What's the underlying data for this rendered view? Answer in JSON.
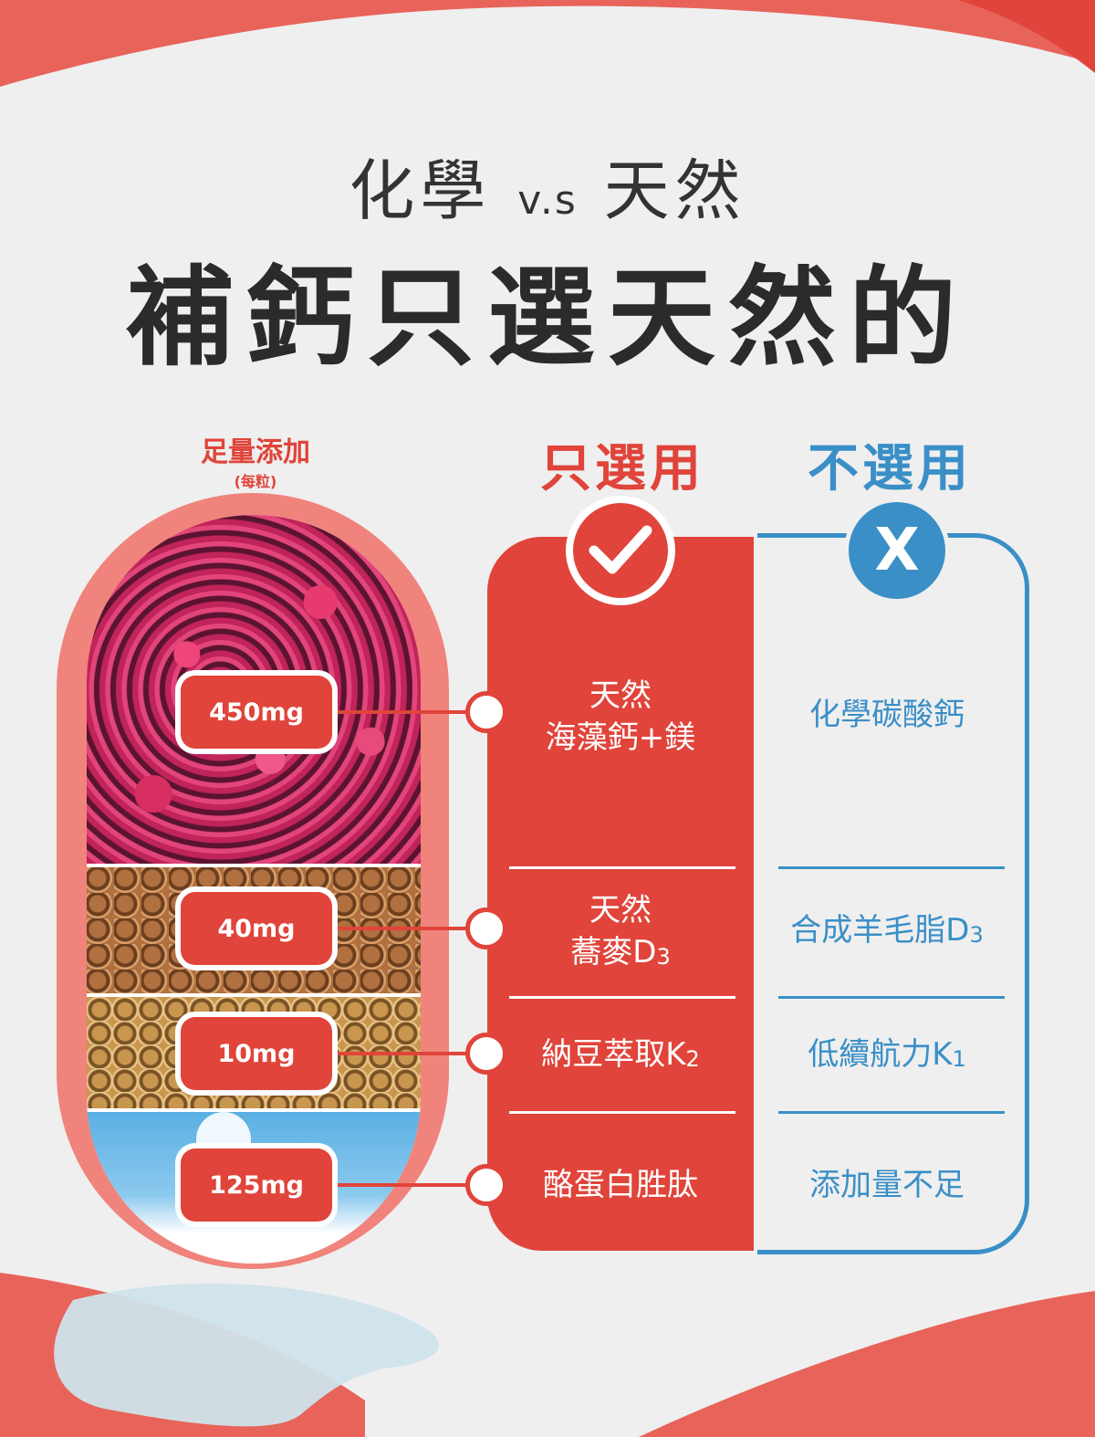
{
  "header": {
    "subtitle_left": "化學",
    "subtitle_vs": "v.s",
    "subtitle_right": "天然",
    "title": "補鈣只選天然的"
  },
  "dosage_header": {
    "label": "足量添加",
    "sub_label": "(每粒)"
  },
  "columns": {
    "choose_label": "只選用",
    "reject_label": "不選用",
    "reject_mark": "X"
  },
  "colors": {
    "accent_red": "#e0443a",
    "accent_blue": "#3a8fc7",
    "capsule_pink": "#f0837b",
    "background": "#efefef"
  },
  "rows": [
    {
      "dose": "450mg",
      "choose_line1": "天然",
      "choose_line2": "海藻鈣+鎂",
      "reject": "化學碳酸鈣",
      "image": "red-algae"
    },
    {
      "dose": "40mg",
      "choose_line1": "天然",
      "choose_line2_main": "蕎麥D",
      "choose_line2_sub": "3",
      "reject_main": "合成羊毛脂D",
      "reject_sub": "3",
      "image": "buckwheat"
    },
    {
      "dose": "10mg",
      "choose_main": "納豆萃取K",
      "choose_sub": "2",
      "reject_main": "低續航力K",
      "reject_sub": "1",
      "image": "natto"
    },
    {
      "dose": "125mg",
      "choose": "酪蛋白胜肽",
      "reject": "添加量不足",
      "image": "milk"
    }
  ]
}
